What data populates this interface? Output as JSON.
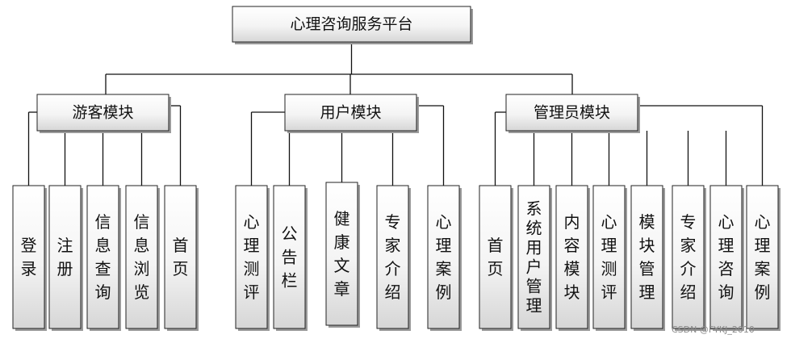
{
  "root": {
    "label": "心理咨询服务平台"
  },
  "modules": [
    {
      "label": "游客模块",
      "children": [
        "登录",
        "注册",
        "信息查询",
        "信息浏览",
        "首页"
      ]
    },
    {
      "label": "用户模块",
      "children": [
        "心理测评",
        "公告栏",
        "健康文章",
        "专家介绍",
        "心理案例"
      ]
    },
    {
      "label": "管理员模块",
      "children": [
        "首页",
        "系统用户管理",
        "内容模块",
        "心理测评",
        "模块管理",
        "专家介绍",
        "心理咨询",
        "心理案例"
      ]
    }
  ],
  "watermark": "CSDN @FYKJ_2010"
}
